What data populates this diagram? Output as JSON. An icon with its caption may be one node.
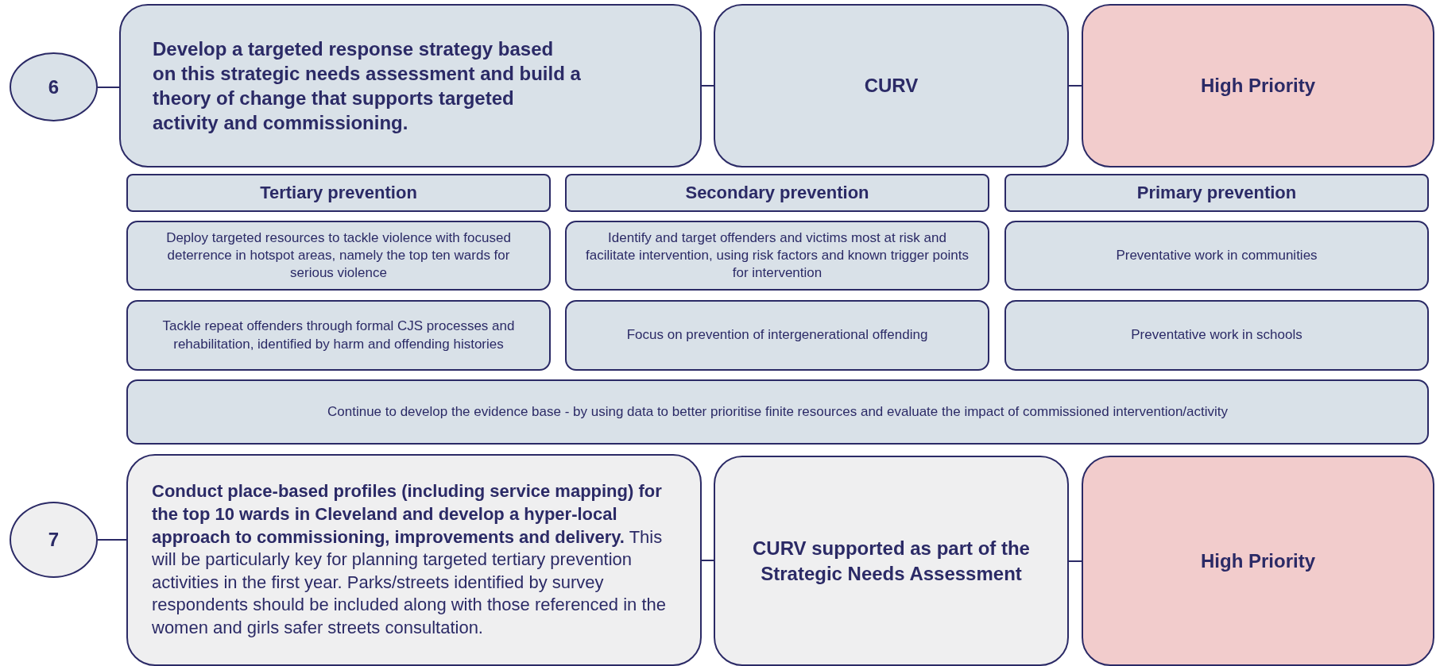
{
  "diagram": {
    "nodes": [
      {
        "text": [
          "6"
        ]
      },
      {
        "text": [
          "Develop a targeted response strategy based on this strategic needs assessment and build a theory of change that supports targeted activity and commissioning."
        ]
      },
      {
        "text": [
          "CURV"
        ]
      },
      {
        "text": [
          "High Priority"
        ]
      },
      {
        "text": [
          "Tertiary prevention"
        ]
      },
      {
        "text": [
          "Secondary prevention"
        ]
      },
      {
        "text": [
          "Primary prevention"
        ]
      },
      {
        "text": [
          "Deploy targeted resources to tackle violence with focused deterrence in hotspot areas, namely the top ten wards for serious violence"
        ]
      },
      {
        "text": [
          "Identify and target offenders and victims most at risk and facilitate intervention, using risk factors and known trigger points for intervention"
        ]
      },
      {
        "text": [
          "Preventative work in communities"
        ]
      },
      {
        "text": [
          "Tackle repeat offenders through formal CJS processes and rehabilitation, identified by harm and offending histories"
        ]
      },
      {
        "text": [
          "Focus on prevention of intergenerational offending"
        ]
      },
      {
        "text": [
          "Preventative work in schools"
        ]
      },
      {
        "text": [
          "Continue to develop the evidence base - by using data to better prioritise finite resources and evaluate the impact of commissioned intervention/activity"
        ]
      },
      {
        "text": [
          "7"
        ]
      },
      {
        "text": [
          "**Conduct place-based profiles (including service mapping) for the top 10 wards in Cleveland and develop a hyper-local approach to commissioning, improvements and delivery.** This will be particularly key for planning targeted tertiary prevention activities in the first year. Parks/streets identified by survey respondents should be included along with those referenced in the women and girls safer streets consultation."
        ]
      },
      {
        "text": [
          "CURV supported as part of the Strategic Needs Assessment"
        ]
      },
      {
        "text": [
          "High Priority"
        ]
      }
    ],
    "edges": [
      {
        "from": 0,
        "to": 1,
        "arrow": "none"
      },
      {
        "from": 1,
        "to": 2,
        "arrow": "none"
      },
      {
        "from": 2,
        "to": 3,
        "arrow": "none"
      },
      {
        "from": 14,
        "to": 15,
        "arrow": "none"
      },
      {
        "from": 15,
        "to": 16,
        "arrow": "none"
      },
      {
        "from": 16,
        "to": 17,
        "arrow": "none"
      }
    ]
  }
}
